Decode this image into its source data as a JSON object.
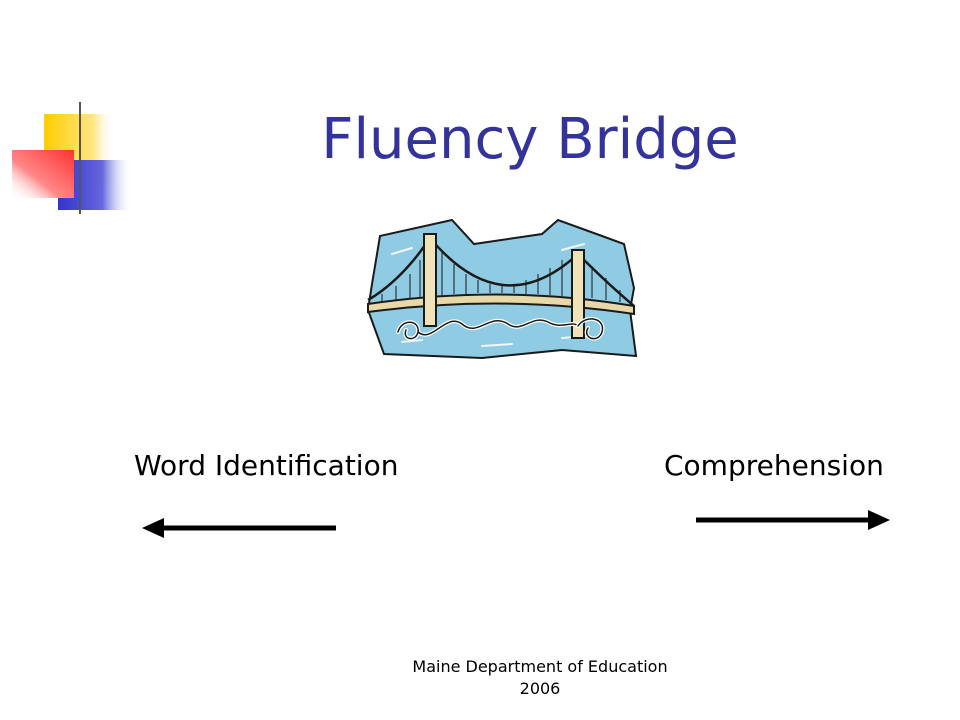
{
  "slide": {
    "title": "Fluency Bridge",
    "left_label": "Word Identification",
    "right_label": "Comprehension",
    "footer_line1": "Maine Department of Education",
    "footer_line2": "2006"
  },
  "icons": {
    "corner_decoration": "square-blocks-decoration",
    "bridge": "suspension-bridge-clipart",
    "left_arrow": "arrow-left-icon",
    "right_arrow": "arrow-right-icon"
  },
  "colors": {
    "title": "#333399",
    "accent_yellow": "#FFCC00",
    "accent_blue": "#3333CC",
    "accent_red": "#FF3333",
    "water": "#8FCBE3"
  }
}
